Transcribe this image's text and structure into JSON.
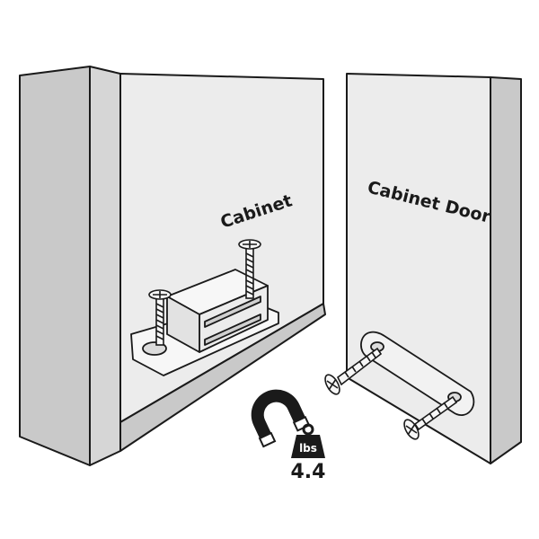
{
  "labels": {
    "cabinet": "Cabinet",
    "cabinet_door": "Cabinet Door",
    "weight_unit": "lbs",
    "weight_value": "4.4"
  },
  "colors": {
    "panel_face": "#eaeaea",
    "panel_side": "#c9c9c9",
    "shadow": "#b8b8b8",
    "outline": "#1a1a1a",
    "hardware": "#f7f7f7"
  },
  "icons": [
    "horseshoe-magnet-icon",
    "weight-icon",
    "screw-icon"
  ]
}
